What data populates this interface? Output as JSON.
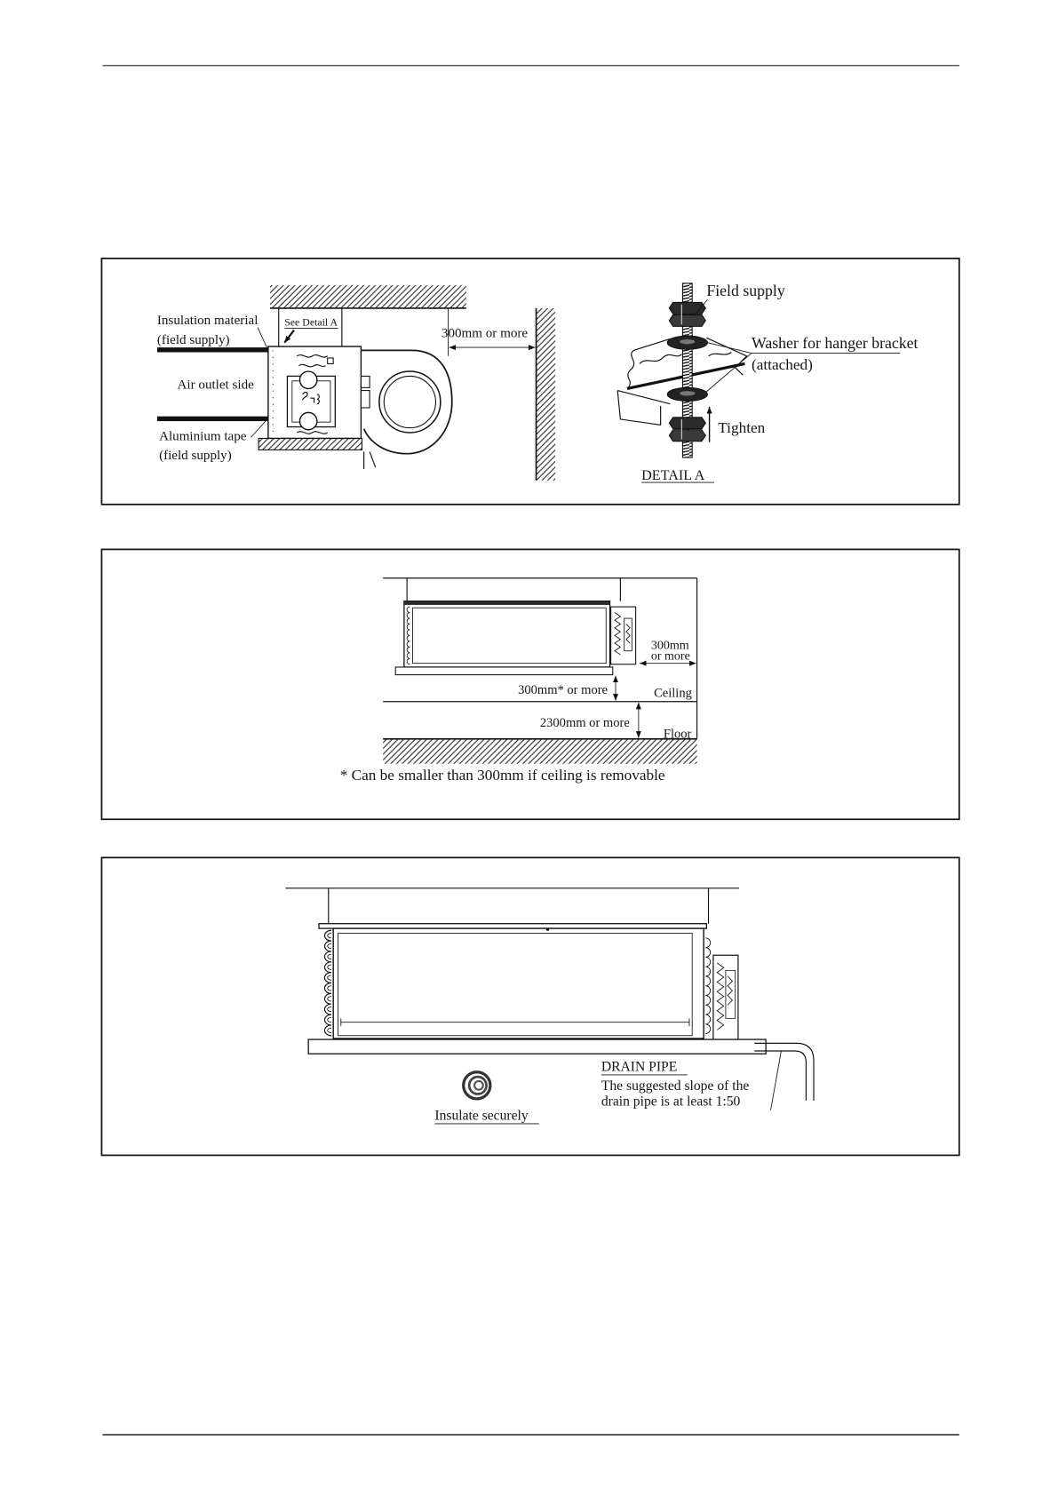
{
  "figure1": {
    "unit": {
      "insulation_material": "Insulation material",
      "insulation_supply": "(field supply)",
      "see_detail": "See Detail A",
      "clearance": "300mm or more",
      "air_outlet_side": "Air outlet side",
      "aluminium_tape": "Aluminium tape",
      "tape_supply": "(field supply)"
    },
    "detail_a": {
      "field_supply": "Field supply",
      "washer": "Washer for hanger bracket",
      "attached": "(attached)",
      "tighten": "Tighten",
      "title": "DETAIL A"
    }
  },
  "figure2": {
    "side_clearance_line1": "300mm",
    "side_clearance_line2": "or more",
    "ceiling_clearance": "300mm* or more",
    "ceiling": "Ceiling",
    "floor_clearance": "2300mm or more",
    "floor": "Floor",
    "footnote": "* Can be smaller than 300mm if ceiling is removable"
  },
  "figure3": {
    "drain_pipe": "DRAIN PIPE",
    "slope_line1": "The suggested slope of the",
    "slope_line2": "drain pipe is at least 1:50",
    "insulate": "Insulate securely"
  }
}
